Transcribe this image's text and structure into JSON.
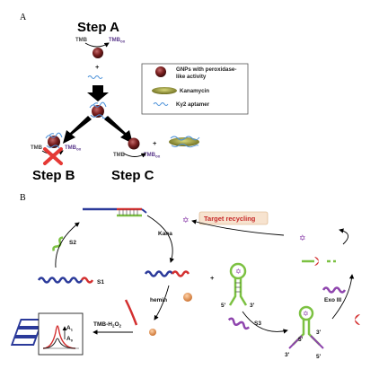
{
  "panel_a": {
    "letter": "A",
    "step_a": "Step A",
    "step_b": "Step B",
    "step_c": "Step C",
    "tmb": "TMB",
    "tmb_ox": "TMB",
    "ox_sub": "ox",
    "plus": "+",
    "legend": {
      "gnps_line1": "GNPs with peroxidase-",
      "gnps_line2": "like activity",
      "kanamycin": "Kanamycin",
      "aptamer": "Ky2 aptamer"
    }
  },
  "panel_b": {
    "letter": "B",
    "s1": "S1",
    "s2": "S2",
    "s3": "S3",
    "kana": "Kana",
    "hemin": "hemin",
    "tmb_h2o2_main": "TMB-H",
    "tmb_h2o2_sub1": "2",
    "tmb_h2o2_mid": "O",
    "tmb_h2o2_sub2": "2",
    "target_recycling": "Target recycling",
    "exo": "Exo III",
    "five_prime": "5'",
    "three_prime": "3'",
    "a1": "A",
    "a1_sub": "1",
    "a0": "A",
    "a0_sub": "0",
    "plus": "+"
  },
  "colors": {
    "dark_red": "#7a1f1f",
    "purple": "#8e44ad",
    "green": "#7cc142",
    "blue": "#2b3a9a",
    "red": "#d32f2f",
    "olive": "#8a8a2a"
  }
}
